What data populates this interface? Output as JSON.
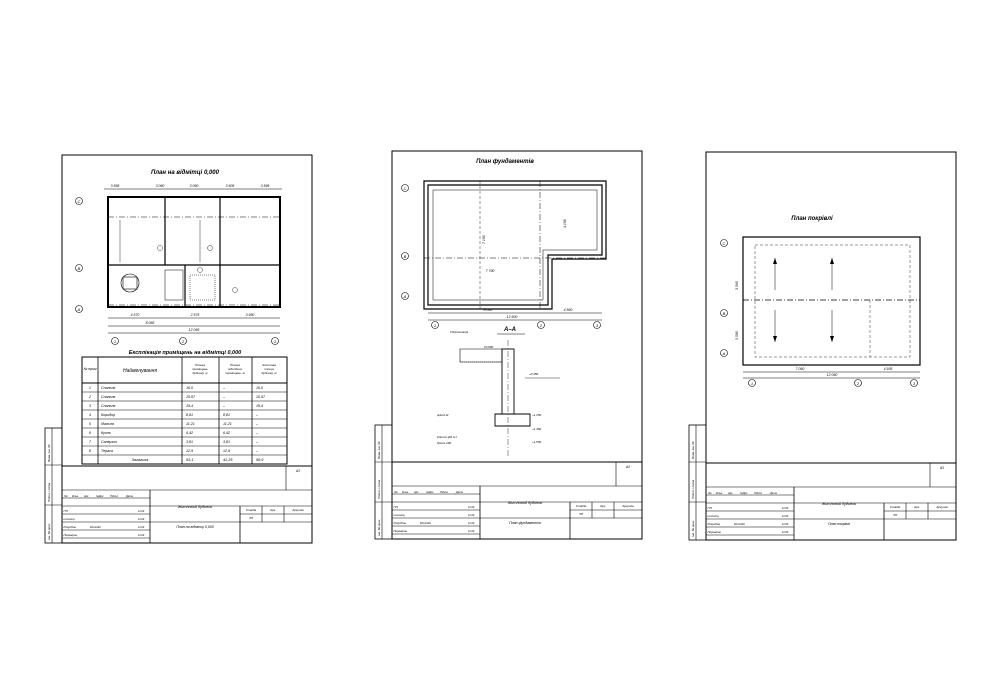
{
  "sheets": [
    {
      "title": "План на відмітці 0,000",
      "table_title": "Експлікація приміщень на відмітці  0,000",
      "table_headers": [
        "№ прим",
        "Найменування",
        "Площа приміщень будинку, м",
        "Площа підсобних приміщень, м",
        "Житлова площа будинку, м"
      ],
      "rooms": [
        {
          "n": "1",
          "name": "Спальня",
          "area": "16,0",
          "aux": "–",
          "living": "16,0"
        },
        {
          "n": "2",
          "name": "Спальня",
          "area": "15,57",
          "aux": "–",
          "living": "15,57"
        },
        {
          "n": "3",
          "name": "Спальня",
          "area": "19,4",
          "aux": "–",
          "living": "19,4"
        },
        {
          "n": "4",
          "name": "Коридор",
          "area": "8,81",
          "aux": "8,81",
          "living": "–"
        },
        {
          "n": "5",
          "name": "Ідальня",
          "area": "11,21",
          "aux": "11,21",
          "living": "–"
        },
        {
          "n": "6",
          "name": "Кухня",
          "area": "6,42",
          "aux": "6,42",
          "living": "–"
        },
        {
          "n": "7",
          "name": "Санвузол",
          "area": "3,81",
          "aux": "3,81",
          "living": "–"
        },
        {
          "n": "8",
          "name": "Тераса",
          "area": "12,9",
          "aux": "12,9",
          "living": "–"
        }
      ],
      "total": {
        "label": "Загальна",
        "area": "93,1",
        "aux": "42,25",
        "living": "58,9"
      },
      "dims_top": [
        "3 595",
        "3 060",
        "3 060",
        "3 605",
        "3 595"
      ],
      "dims_bottom": [
        "4 570",
        "2 575",
        "3 950"
      ],
      "dims_bottom_total": [
        "8 065",
        "12 065"
      ],
      "grid_letters": [
        "С",
        "В",
        "А"
      ],
      "grid_numbers": [
        "1",
        "2",
        "3"
      ],
      "stamp": {
        "project": "Житловий будинок",
        "sheet_name": "План на відмітці 0,000",
        "stage": "ЗП"
      }
    },
    {
      "title": "План фундаментів",
      "section_title": "А–А",
      "section_labels": [
        "Гідроізоляція",
        "±0,000",
        "–0,450",
        "–1,150",
        "–1,450",
        "–1,550",
        "ф12А-III",
        "Кирпич ф6  А-I",
        "Кроок 200"
      ],
      "dims_bottom": [
        "8 060",
        "4 560"
      ],
      "dims_bottom_total": "12 600",
      "inner_dims": [
        "7 190",
        "4 190",
        "7 790"
      ],
      "grid_letters": [
        "С",
        "В",
        "А"
      ],
      "grid_numbers": [
        "1",
        "2",
        "3"
      ],
      "stamp": {
        "project": "Житловий будинок",
        "sheet_name": "План фундаментів",
        "stage": "ЗП"
      }
    },
    {
      "title": "План покрівлі",
      "dims_bottom": [
        "7 060",
        "4 935"
      ],
      "dims_bottom_total": "12 060",
      "dims_left": [
        "3 590",
        "3 590"
      ],
      "grid_letters": [
        "С",
        "В",
        "А"
      ],
      "grid_numbers": [
        "1",
        "2",
        "3"
      ],
      "stamp": {
        "project": "Житловий будинок",
        "sheet_name": "План покрівлі",
        "stage": "ЗП"
      }
    }
  ],
  "stamp_common": {
    "format": "А3",
    "headers": [
      "Зм.",
      "Кільк.",
      "Арк.",
      "№Док.",
      "Підпис",
      "Дата"
    ],
    "roles": [
      "ГІП",
      "Н.контр.",
      "Розробив",
      "Перевірив"
    ],
    "developer": "Молодій",
    "dates": [
      "11.04",
      "11.04",
      "11.04",
      "11.04"
    ],
    "stage_header": "Стадія",
    "sheet_header": "Арк.",
    "sheets_header": "Аркушів",
    "side_labels": [
      "Інв. № ориг.",
      "Підпис і дата",
      "Взам. інв. №"
    ]
  }
}
